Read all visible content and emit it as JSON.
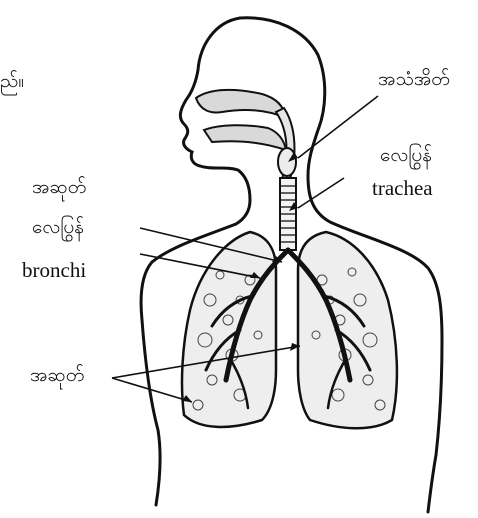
{
  "fragment_text": "ည်။",
  "labels": {
    "larynx": "အသံအိတ်",
    "trachea_my": "လေပြွန်",
    "trachea_en": "trachea",
    "bronchi_my_1": "အဆုတ်",
    "bronchi_my_2": "လေပြွန်",
    "bronchi_en": "bronchi",
    "lungs": "အဆုတ်"
  }
}
